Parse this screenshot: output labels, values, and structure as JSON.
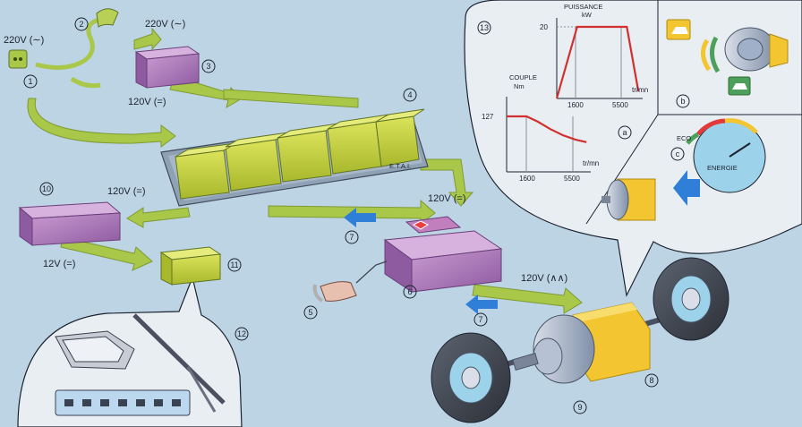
{
  "labels": {
    "mains_ac_left": "220V (∼)",
    "mains_ac_top": "220V (∼)",
    "dc_120_a": "120V (=)",
    "dc_120_b": "120V (=)",
    "dc_120_c": "120V (=)",
    "dc_12": "12V (=)",
    "ac_120": "120V (∧∧)",
    "battery_pack": "E.T.A.I."
  },
  "callouts": [
    "1",
    "2",
    "3",
    "4",
    "5",
    "6",
    "7",
    "7",
    "8",
    "9",
    "10",
    "11",
    "12",
    "13"
  ],
  "panels": {
    "a": "a",
    "b": "b",
    "c": "c"
  },
  "gauge": {
    "eco": "ECO",
    "energie": "ENERGIE"
  },
  "chart_data": [
    {
      "type": "line",
      "title": "PUISSANCE",
      "ylabel": "kW",
      "xlabel": "tr/mn",
      "x_ticks": [
        "1600",
        "5500"
      ],
      "y_ticks": [
        "20"
      ],
      "x": [
        0,
        1600,
        5500,
        6400
      ],
      "series": [
        {
          "values": [
            0,
            20,
            20,
            2
          ]
        }
      ]
    },
    {
      "type": "line",
      "title": "COUPLE",
      "ylabel": "Nm",
      "xlabel": "tr/mn",
      "x_ticks": [
        "1600",
        "5500"
      ],
      "y_ticks": [
        "127"
      ],
      "x": [
        0,
        1600,
        2500,
        3500,
        4500,
        5500,
        6400
      ],
      "series": [
        {
          "values": [
            127,
            127,
            115,
            98,
            84,
            74,
            68
          ]
        }
      ]
    }
  ],
  "colors": {
    "background": "#bcd4e4",
    "flow_arrow": "#a9c84a",
    "battery_module": "#c2cf3c",
    "converter_box": "#b07ab6",
    "motor_housing": "#f2c531",
    "power_curve": "#d23030",
    "blue_arrow": "#2f7fd9"
  }
}
